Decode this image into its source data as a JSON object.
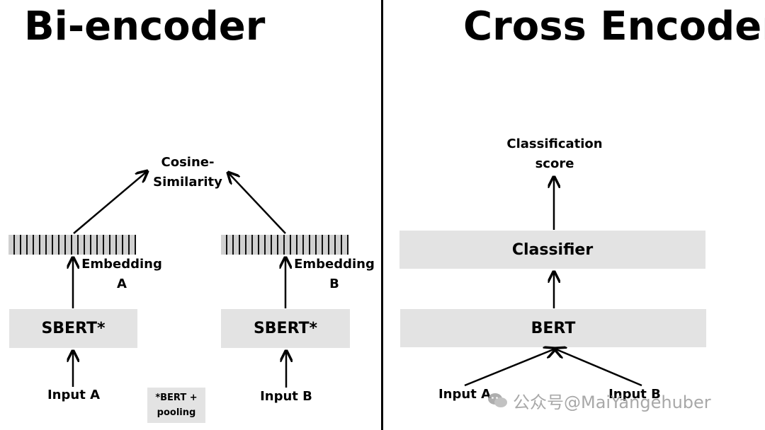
{
  "left": {
    "title": "Bi-encoder",
    "similarity_line1": "Cosine-",
    "similarity_line2": "Similarity",
    "embedding_a_line1": "Embedding",
    "embedding_a_line2": "A",
    "embedding_b_line1": "Embedding",
    "embedding_b_line2": "B",
    "sbert_a": "SBERT*",
    "sbert_b": "SBERT*",
    "input_a": "Input A",
    "input_b": "Input B",
    "note_line1": "*BERT +",
    "note_line2": "pooling"
  },
  "right": {
    "title": "Cross Encoder",
    "score_line1": "Classification",
    "score_line2": "score",
    "classifier": "Classifier",
    "bert": "BERT",
    "input_a": "Input A",
    "input_b": "Input B"
  },
  "watermark": {
    "text": "公众号@MaiYangehuber",
    "logo_icon": "wechat-logo-icon"
  },
  "colors": {
    "box_fill": "#e3e3e3",
    "embedding_fill": "#d0d0d0",
    "line": "#000000"
  }
}
